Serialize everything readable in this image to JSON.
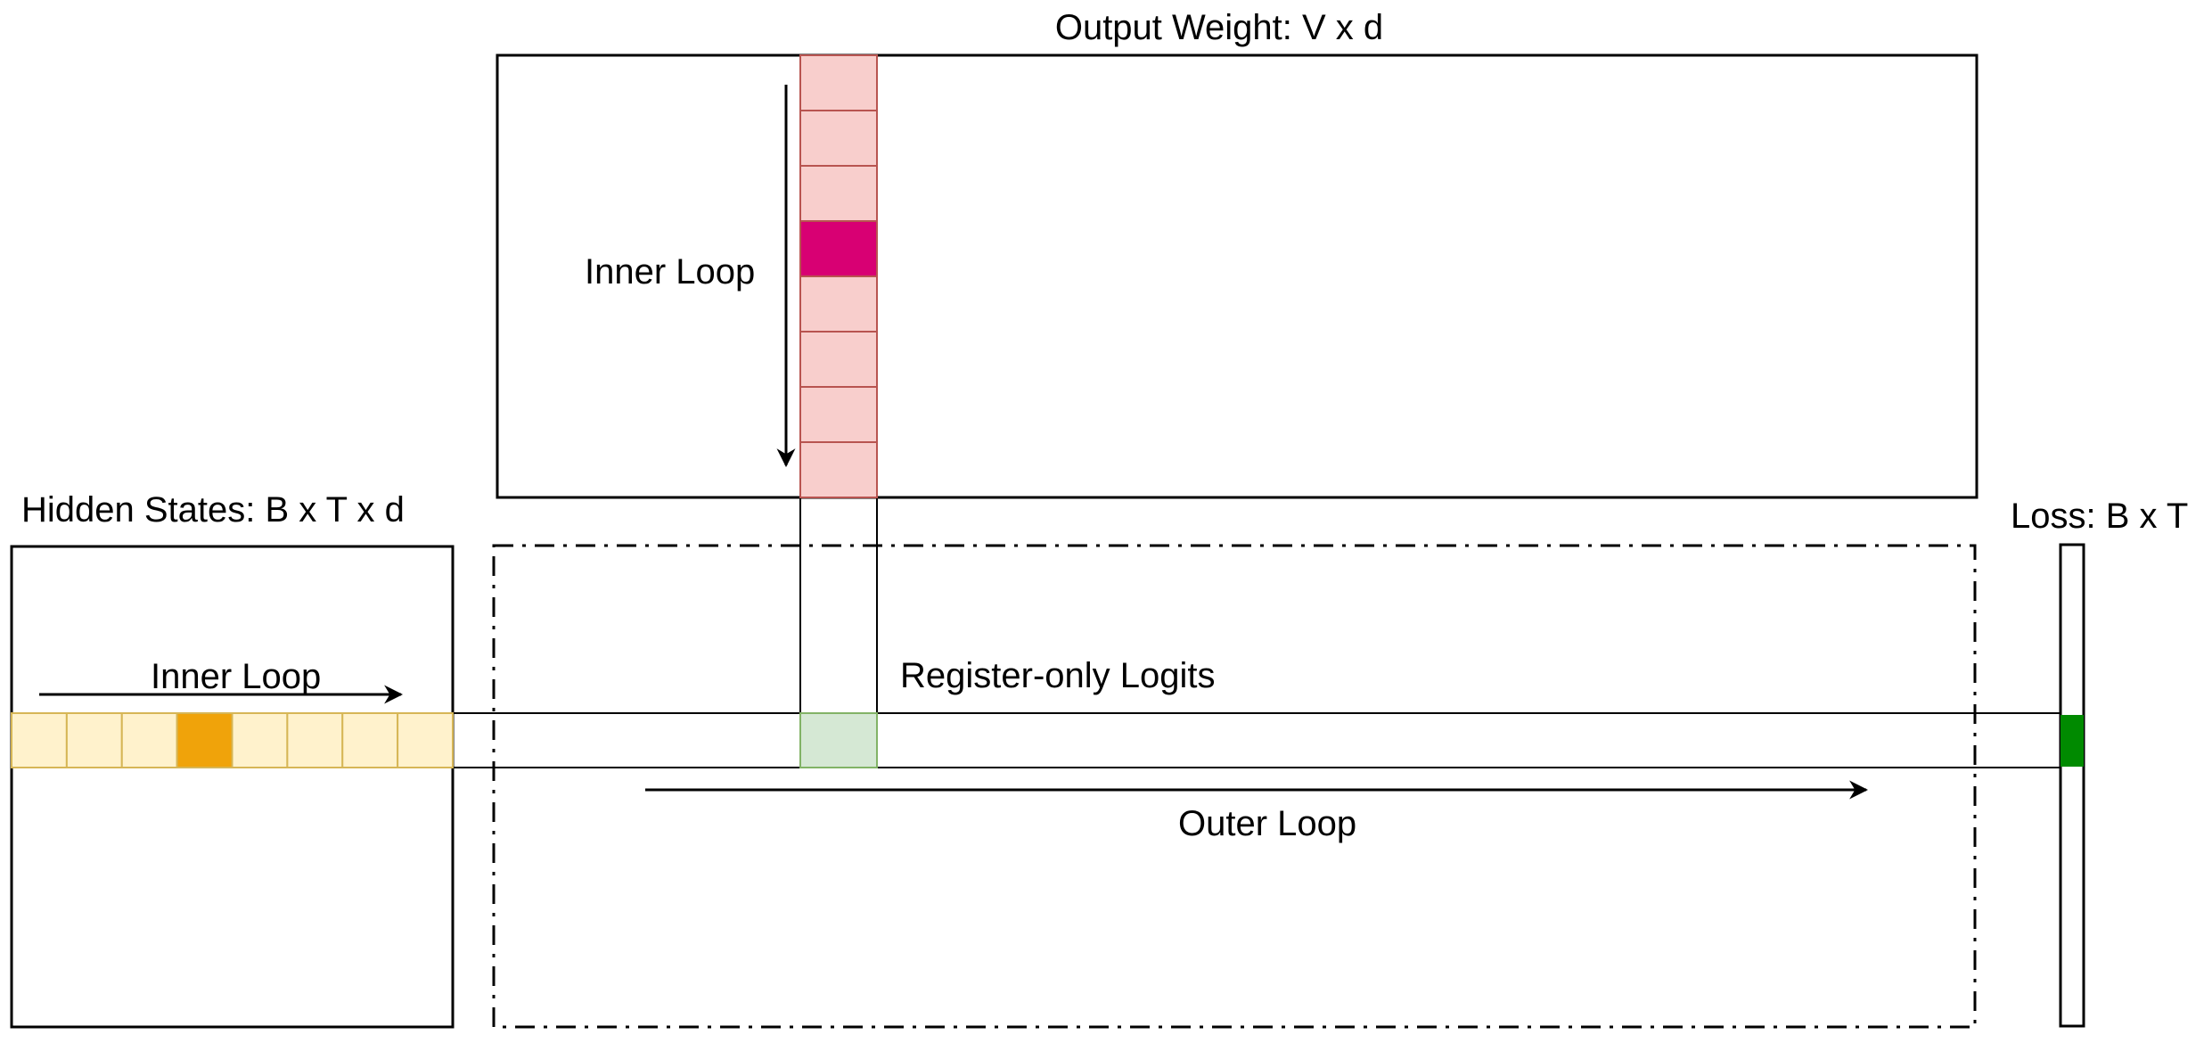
{
  "labels": {
    "output_weight": "Output Weight: V x d",
    "hidden_states": "Hidden States: B x T x d",
    "loss": "Loss: B x T",
    "inner_loop_weight": "Inner Loop",
    "inner_loop_hidden": "Inner Loop",
    "register_logits": "Register-only Logits",
    "outer_loop": "Outer Loop"
  },
  "weight_column": {
    "cells": 8,
    "highlight_index": 3,
    "fill": "#f8cecc",
    "highlight_fill": "#d80073",
    "divider": "#b85450"
  },
  "hidden_row": {
    "cells": 8,
    "highlight_index": 3,
    "fill": "#fff2cc",
    "highlight_fill": "#f0a30a",
    "border": "#d6b656"
  },
  "logit_cell": {
    "fill": "#d5e8d4",
    "border": "#82b366"
  },
  "loss_cell": {
    "fill": "#008a00"
  },
  "colors": {
    "stroke": "#000000",
    "background": "#ffffff"
  }
}
